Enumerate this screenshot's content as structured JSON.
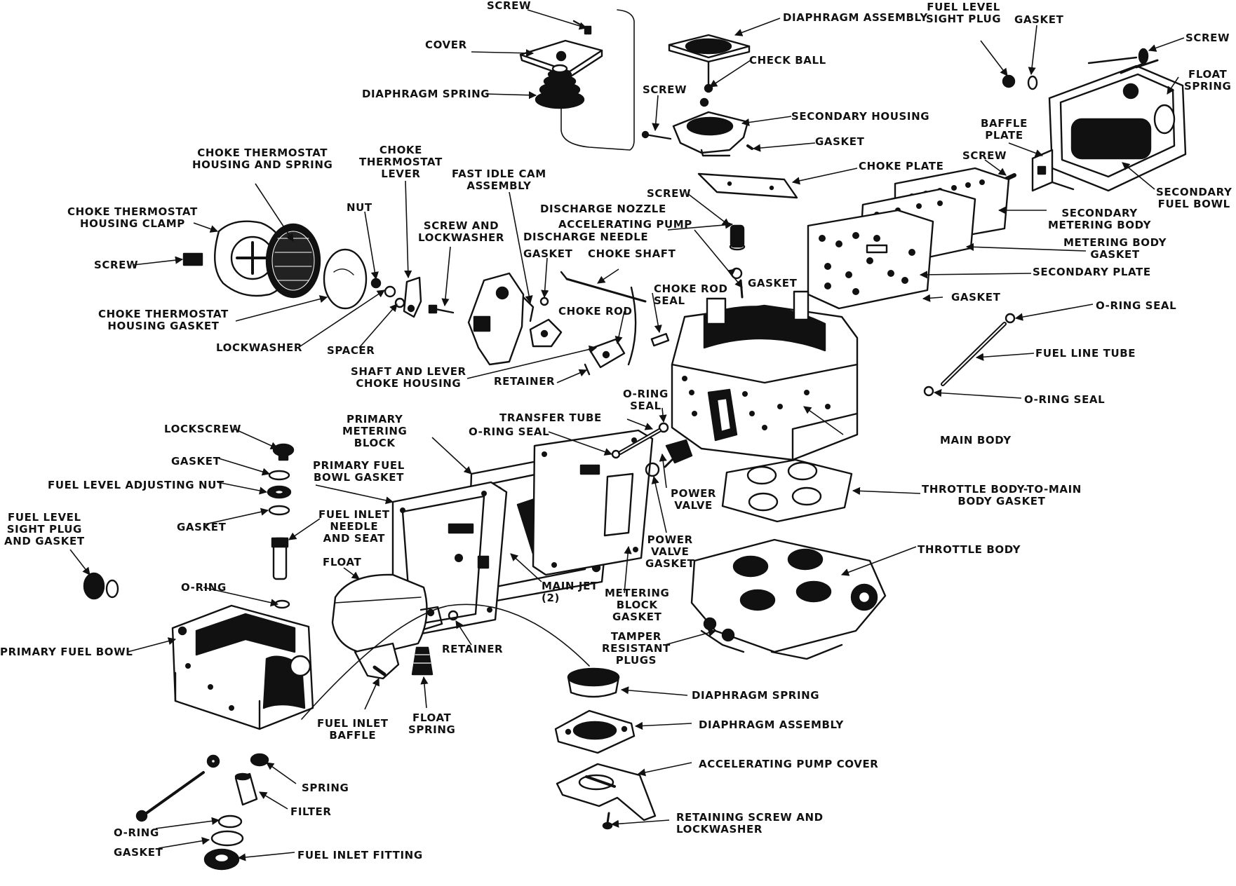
{
  "diagram": {
    "labels": {
      "screw_top": "SCREW",
      "cover": "COVER",
      "diaphragm_spring_top": "DIAPHRAGM SPRING",
      "diaphragm_assembly_top": "DIAPHRAGM ASSEMBLY",
      "check_ball": "CHECK BALL",
      "screw_secondary": "SCREW",
      "secondary_housing": "SECONDARY HOUSING",
      "gasket_secondary": "GASKET",
      "fuel_level_sight_plug_top": "FUEL LEVEL\nSIGHT PLUG",
      "gasket_top_right": "GASKET",
      "screw_top_right": "SCREW",
      "float_spring_right": "FLOAT\nSPRING",
      "baffle_plate": "BAFFLE\nPLATE",
      "screw_baffle": "SCREW",
      "secondary_fuel_bowl": "SECONDARY\nFUEL BOWL",
      "choke_plate": "CHOKE PLATE",
      "screw_choke": "SCREW",
      "secondary_metering_body": "SECONDARY\nMETERING BODY",
      "metering_body_gasket": "METERING BODY\nGASKET",
      "secondary_plate": "SECONDARY PLATE",
      "gasket_plate": "GASKET",
      "choke_thermostat_housing_spring": "CHOKE THERMOSTAT\nHOUSING AND SPRING",
      "choke_thermostat_lever": "CHOKE\nTHERMOSTAT\nLEVER",
      "fast_idle_cam_assembly": "FAST IDLE CAM\nASSEMBLY",
      "discharge_nozzle": "DISCHARGE NOZZLE",
      "accelerating_pump": "ACCELERATING PUMP",
      "discharge_needle": "DISCHARGE NEEDLE",
      "choke_thermostat_housing_clamp": "CHOKE THERMOSTAT\nHOUSING CLAMP",
      "nut": "NUT",
      "screw_and_lockwasher_top": "SCREW AND\nLOCKWASHER",
      "gasket_nozzle": "GASKET",
      "choke_shaft": "CHOKE SHAFT",
      "gasket_accel": "GASKET",
      "screw_left": "SCREW",
      "choke_rod_seal": "CHOKE ROD\nSEAL",
      "choke_rod": "CHOKE ROD",
      "choke_thermostat_housing_gasket": "CHOKE THERMOSTAT\nHOUSING GASKET",
      "lockwasher": "LOCKWASHER",
      "spacer": "SPACER",
      "shaft_and_lever": "SHAFT AND LEVER\nCHOKE HOUSING",
      "retainer_choke": "RETAINER",
      "o_ring_seal_right_top": "O-RING SEAL",
      "fuel_line_tube": "FUEL LINE TUBE",
      "o_ring_seal_right_bottom": "O-RING SEAL",
      "o_ring_seal_center": "O-RING\nSEAL",
      "transfer_tube": "TRANSFER TUBE",
      "o_ring_seal_transfer": "O-RING SEAL",
      "primary_metering_block": "PRIMARY\nMETERING\nBLOCK",
      "main_body": "MAIN BODY",
      "lockscrew": "LOCKSCREW",
      "gasket_lockscrew": "GASKET",
      "fuel_level_adjusting_nut": "FUEL LEVEL ADJUSTING NUT",
      "gasket_adjusting": "GASKET",
      "primary_fuel_bowl_gasket": "PRIMARY FUEL\nBOWL GASKET",
      "fuel_inlet_needle_seat": "FUEL INLET\nNEEDLE\nAND SEAT",
      "power_valve": "POWER\nVALVE",
      "throttle_body_gasket": "THROTTLE BODY-TO-MAIN\nBODY GASKET",
      "fuel_level_sight_plug_left": "FUEL LEVEL\nSIGHT PLUG\nAND GASKET",
      "power_valve_gasket": "POWER\nVALVE\nGASKET",
      "float": "FLOAT",
      "throttle_body": "THROTTLE BODY",
      "o_ring_left": "O-RING",
      "main_jet": "MAIN JET\n(2)",
      "metering_block_gasket": "METERING\nBLOCK\nGASKET",
      "primary_fuel_bowl": "PRIMARY FUEL BOWL",
      "retainer_float": "RETAINER",
      "tamper_resistant_plugs": "TAMPER\nRESISTANT\nPLUGS",
      "diaphragm_spring_bottom": "DIAPHRAGM SPRING",
      "fuel_inlet_baffle": "FUEL INLET\nBAFFLE",
      "float_spring_bottom": "FLOAT\nSPRING",
      "diaphragm_assembly_bottom": "DIAPHRAGM ASSEMBLY",
      "accelerating_pump_cover": "ACCELERATING PUMP COVER",
      "spring": "SPRING",
      "filter": "FILTER",
      "retaining_screw_lockwasher": "RETAINING SCREW AND\nLOCKWASHER",
      "o_ring_bottom": "O-RING",
      "gasket_bottom": "GASKET",
      "fuel_inlet_fitting": "FUEL INLET FITTING"
    }
  }
}
